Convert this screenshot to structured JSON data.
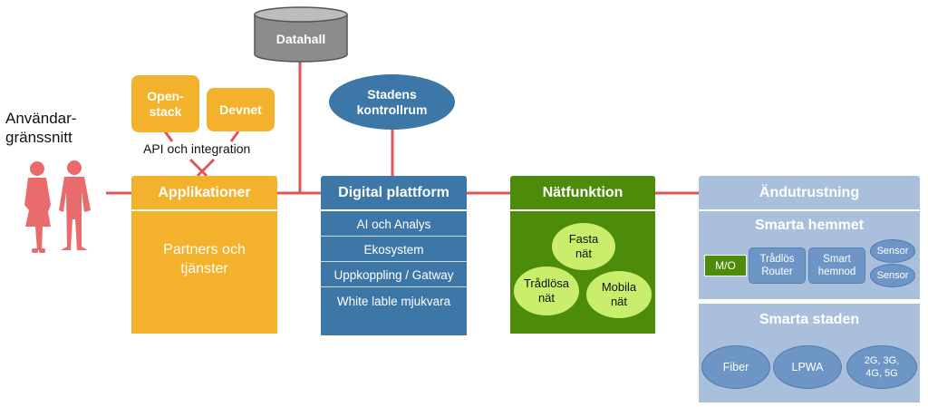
{
  "user": {
    "label": "Användar-gränssnitt"
  },
  "datahall": {
    "label": "Datahall"
  },
  "control_room": {
    "label": "Stadens kontrollrum"
  },
  "apps": {
    "openstack": "Open-stack",
    "devnet": "Devnet",
    "api": "API och integration",
    "title": "Applikationer",
    "partners": "Partners och tjänster"
  },
  "platform": {
    "title": "Digital plattform",
    "items": [
      "AI och Analys",
      "Ekosystem",
      "Uppkoppling / Gatway",
      "White lable mjukvara"
    ]
  },
  "network": {
    "title": "Nätfunktion",
    "fixed": "Fasta nät",
    "wireless": "Trådlösa nät",
    "mobile": "Mobila nät"
  },
  "endpoints": {
    "title": "Ändutrustning",
    "home": {
      "title": "Smarta hemmet",
      "mo": "M/O",
      "router": "Trådlös Router",
      "smartnode": "Smart hemnod",
      "sensor1": "Sensor",
      "sensor2": "Sensor"
    },
    "city": {
      "title": "Smarta staden",
      "fiber": "Fiber",
      "lpwa": "LPWA",
      "cellular": "2G, 3G, 4G, 5G"
    }
  },
  "colors": {
    "connector": "#E05555",
    "orange": "#F4B12C",
    "blue": "#3C77A8",
    "green": "#4D8C0A",
    "light_green": "#C8EE6C",
    "light_blue": "#A9BFDC",
    "device_blue": "#6D96C6",
    "person": "#E96B6B",
    "database_gray": "#8C8C8C"
  }
}
